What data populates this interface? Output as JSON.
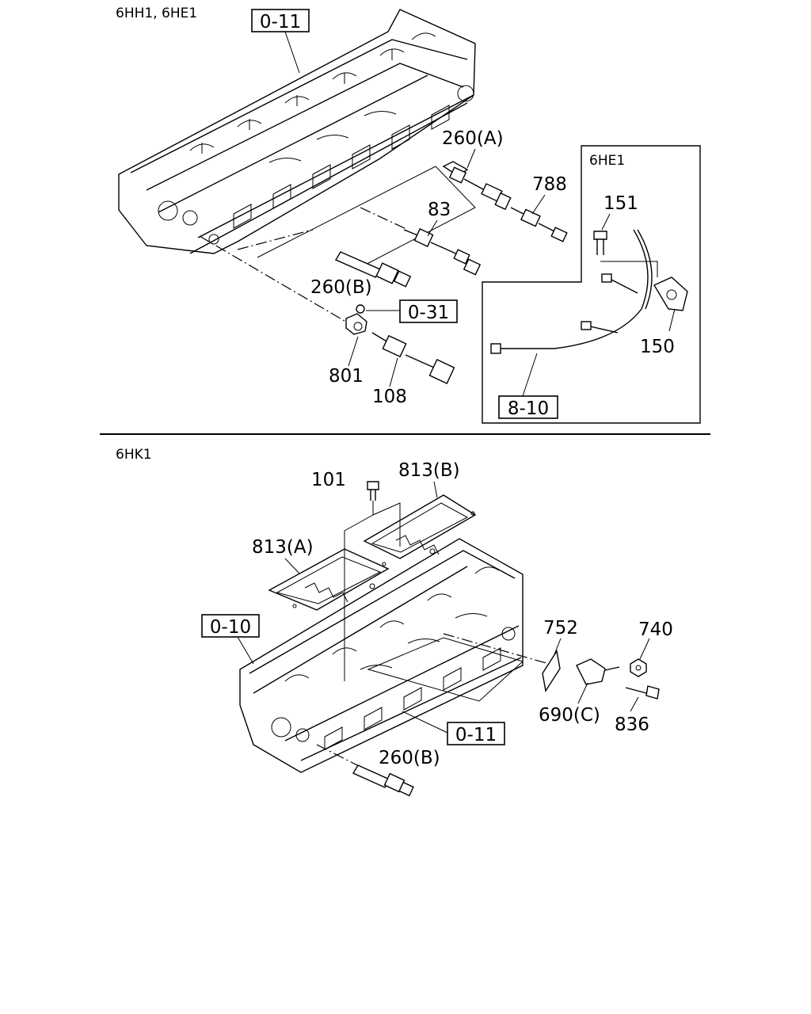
{
  "top_section": {
    "header": "6HH1, 6HE1",
    "labels": {
      "ref_0_11": "0-11",
      "p260a": "260(A)",
      "p788": "788",
      "p83": "83",
      "p260b": "260(B)",
      "ref_0_31": "0-31",
      "p801": "801",
      "p108": "108"
    },
    "inset": {
      "header": "6HE1",
      "p151": "151",
      "p150": "150",
      "ref_8_10": "8-10"
    }
  },
  "bottom_section": {
    "header": "6HK1",
    "labels": {
      "p101": "101",
      "p813b": "813(B)",
      "p813a": "813(A)",
      "ref_0_10": "0-10",
      "p752": "752",
      "p740": "740",
      "p690c": "690(C)",
      "p836": "836",
      "ref_0_11": "0-11",
      "p260b": "260(B)"
    }
  }
}
